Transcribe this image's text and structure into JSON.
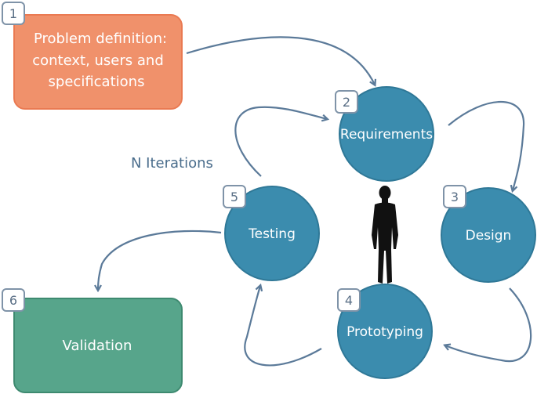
{
  "colors": {
    "problem_box": "#f0916b",
    "problem_border": "#ea7a52",
    "validation_box": "#57a58b",
    "validation_border": "#3e8a70",
    "circle_fill": "#3b8cae",
    "circle_border": "#2f7897",
    "arrow": "#5b7a99",
    "badge_border": "#7f93a8",
    "iteration_text": "#4a6d8c",
    "person": "#111111"
  },
  "problem": {
    "number": "1",
    "lines": [
      "Problem definition:",
      "context, users and",
      "specifications"
    ]
  },
  "requirements": {
    "number": "2",
    "label": "Requirements"
  },
  "design": {
    "number": "3",
    "label": "Design"
  },
  "prototyping": {
    "number": "4",
    "label": "Prototyping"
  },
  "testing": {
    "number": "5",
    "label": "Testing"
  },
  "validation": {
    "number": "6",
    "label": "Validation"
  },
  "iterations_label": "N Iterations",
  "person_icon": "human-silhouette-icon"
}
